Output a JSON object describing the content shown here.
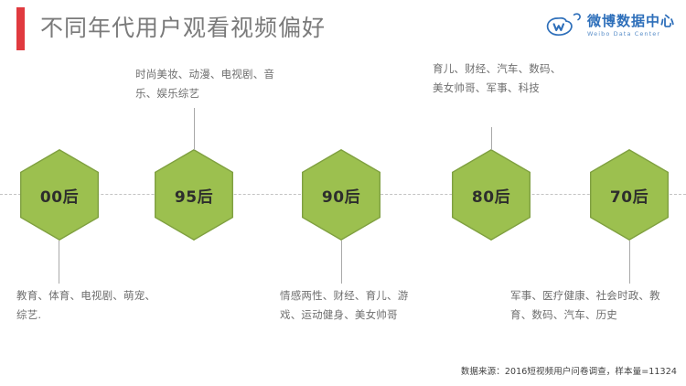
{
  "header": {
    "title": "不同年代用户观看视频偏好",
    "accent_color": "#e03a3f",
    "logo": {
      "cn": "微博数据中心",
      "en": "Weibo Data Center",
      "color": "#2e6fba"
    }
  },
  "timeline": {
    "hex_fill": "#9cc04f",
    "hex_border": "#7f9f42",
    "axis_style": "dashed",
    "nodes": [
      {
        "label": "00后",
        "caption": "教育、体育、电视剧、萌宠、综艺.",
        "caption_position": "below"
      },
      {
        "label": "95后",
        "caption": "时尚美妆、动漫、电视剧、音乐、娱乐综艺",
        "caption_position": "above"
      },
      {
        "label": "90后",
        "caption": "情感两性、财经、育儿、游戏、运动健身、美女帅哥",
        "caption_position": "below"
      },
      {
        "label": "80后",
        "caption": "育儿、财经、汽车、数码、美女帅哥、军事、科技",
        "caption_position": "above"
      },
      {
        "label": "70后",
        "caption": "军事、医疗健康、社会时政、教育、数码、汽车、历史",
        "caption_position": "below"
      }
    ]
  },
  "footnote": "数据来源：2016短视频用户问卷调查，样本量=11324"
}
